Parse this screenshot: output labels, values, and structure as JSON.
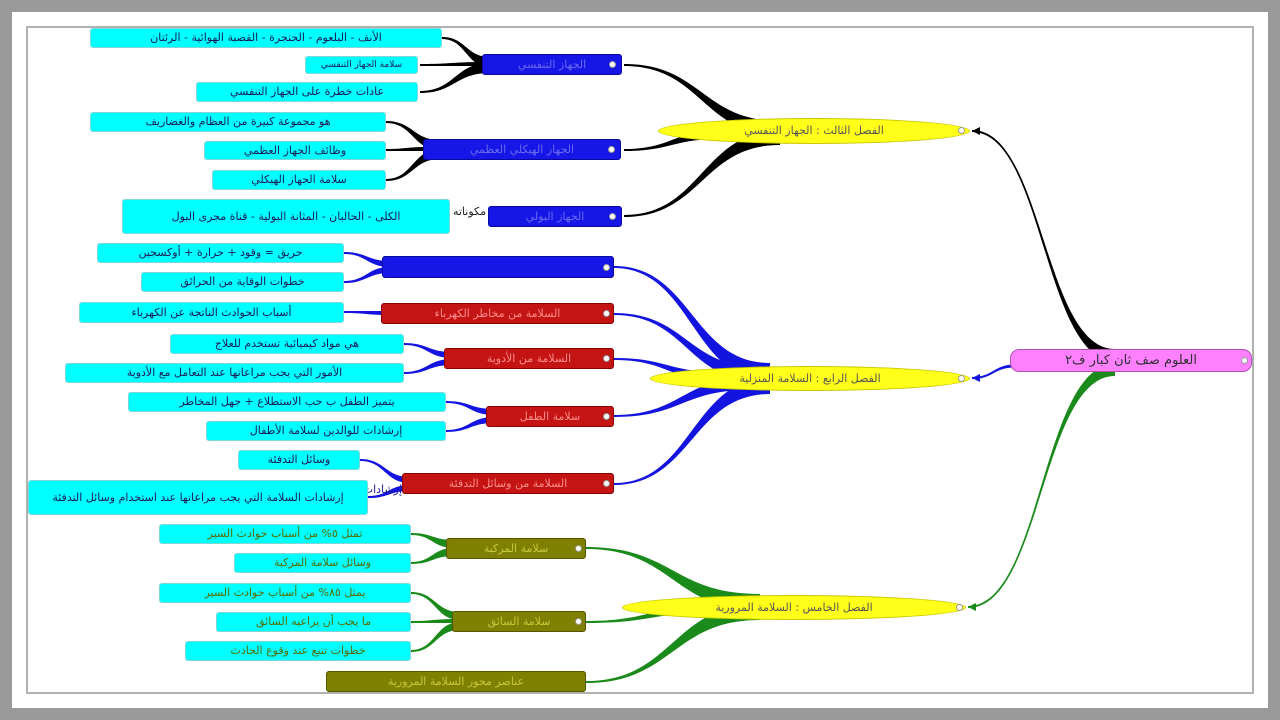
{
  "root": {
    "label": "العلوم صف ثان كبار ف٢"
  },
  "chapters": {
    "c3": "الفصل الثالث : الجهاز التنفسي",
    "c4": "الفصل الرابع : السلامة المنزلية",
    "c5": "الفصل الخامس : السلامة المرورية"
  },
  "topics": {
    "respiratory": "الجهاز التنفسي",
    "skeletal": "الجهاز الهيكلي العظمي",
    "urinary": "الجهاز البولي",
    "fire": "",
    "electric": "السلامة من مخاطر الكهرباء",
    "meds": "السلامة من الأدوية",
    "child": "سلامة الطفل",
    "heating": "السلامة من وسائل التدفئة",
    "vehicle": "سلامة المركبة",
    "driver": "سلامة السائق",
    "elements": "عناصر محور السلامة المرورية"
  },
  "leaves": {
    "r1": "الأنف - البلعوم - الحنجرة - القصبة الهوائية - الرئتان",
    "r2": "سلامة الجهاز التنفسي",
    "r3": "عادات خطرة على الجهاز التنفسي",
    "s1": "هو مجموعة كبيرة من العظام والغضاريف",
    "s2": "وظائف الجهاز العظمي",
    "s3": "سلامة الجهاز الهيكلي",
    "u1": "الكلى - الحالبان - المثانة البولية - قناة مجرى البول",
    "f1": "حريق = وقود + حرارة + أوكسجين",
    "f2": "خطوات الوقاية من الحرائق",
    "e1": "أسباب الحوادث الناتجة عن الكهرباء",
    "m1": "هي مواد كيميائية تستخدم للعلاج",
    "m2": "الأمور التي يجب مراعاتها عند التعامل مع الأدوية",
    "k1": "يتميز الطفل ب حب الاستطلاع + جهل المخاطر",
    "k2": "إرشادات للوالدين لسلامة الأطفال",
    "h1": "وسائل التدفئة",
    "h2": "إرشادات السلامة التي يجب مراعاتها عند استخدام وسائل التدفئة",
    "v1": "تمثل ٥% من أسباب حوادث السير",
    "v2": "وسائل سلامة المركبة",
    "d1": "يمثل ٨٥% من أسباب حوادث السير",
    "d2": "ما يجب أن يراعيه السائق",
    "d3": "خطوات تتبع عند وقوع الحادث"
  },
  "stray": {
    "u_prefix": "مكوناته",
    "h_prefix": "إرشادات"
  },
  "colors": {
    "branch_black": "#000000",
    "branch_blue": "#1414e0",
    "branch_green": "#1a8a1a",
    "leaf": "#00ffff",
    "chapter": "#ffff1a",
    "root": "#ff80ff"
  }
}
